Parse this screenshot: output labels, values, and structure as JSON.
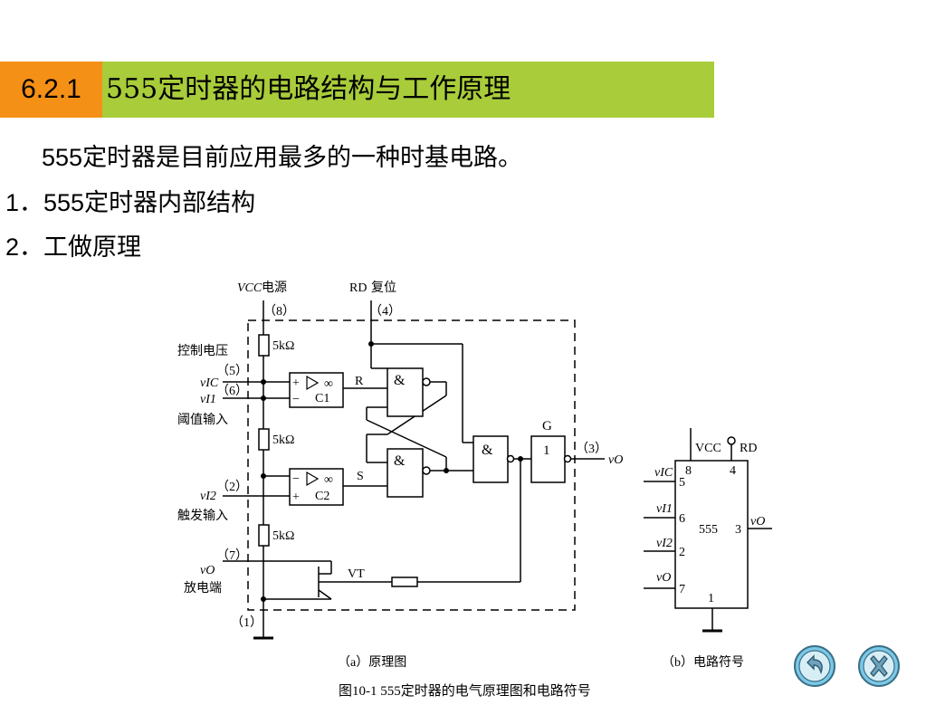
{
  "title": {
    "number": "6.2.1",
    "text": "555定时器的电路结构与工作原理"
  },
  "body": {
    "intro": {
      "num": "555",
      "text": "定时器是目前应用最多的一种时基电路。"
    },
    "item1": {
      "num": "1．555",
      "text": "定时器内部结构"
    },
    "item2": {
      "num": "2．",
      "text": "工做原理"
    }
  },
  "diagram_a": {
    "vcc_label": "VCC",
    "vcc_text": "电源",
    "pin8": "（8）",
    "rd_label": "RD",
    "rd_text": "复位",
    "pin4": "（4）",
    "ctrl_voltage": "控制电压",
    "pin5": "（5）",
    "v_ic": "vIC",
    "pin6": "（6）",
    "v_i1": "vI1",
    "threshold_in": "阈值输入",
    "r1": "5kΩ",
    "r2": "5kΩ",
    "r3": "5kΩ",
    "c1": "C1",
    "c2": "C2",
    "r_in": "R",
    "s_in": "S",
    "and_sym": "&",
    "g_label": "G",
    "buf_one": "1",
    "pin3": "（3）",
    "vo_out": "vO",
    "pin2": "（2）",
    "v_i2": "vI2",
    "trigger_in": "触发输入",
    "pin7": "（7）",
    "vo_dis": "vO",
    "discharge": "放电端",
    "vt": "VT",
    "pin1": "（1）",
    "caption": "（a）原理图"
  },
  "diagram_b": {
    "vcc": "VCC",
    "rd": "RD",
    "p8": "8",
    "p4": "4",
    "v_ic": "vIC",
    "p5": "5",
    "v_i1": "vI1",
    "p6": "6",
    "chip": "555",
    "p3": "3",
    "vo_out": "vO",
    "v_i2": "vI2",
    "p2": "2",
    "vo_dis": "vO",
    "p7": "7",
    "p1": "1",
    "caption": "（b）电路符号"
  },
  "figure_caption": "图10-1  555定时器的电气原理图和电路符号",
  "nav": {
    "back_icon": "back-arrow-icon",
    "close_icon": "close-x-icon"
  },
  "colors": {
    "title_bar": "#a9cc3a",
    "title_number": "#f59016",
    "nav_button": "#7cc8e8"
  }
}
